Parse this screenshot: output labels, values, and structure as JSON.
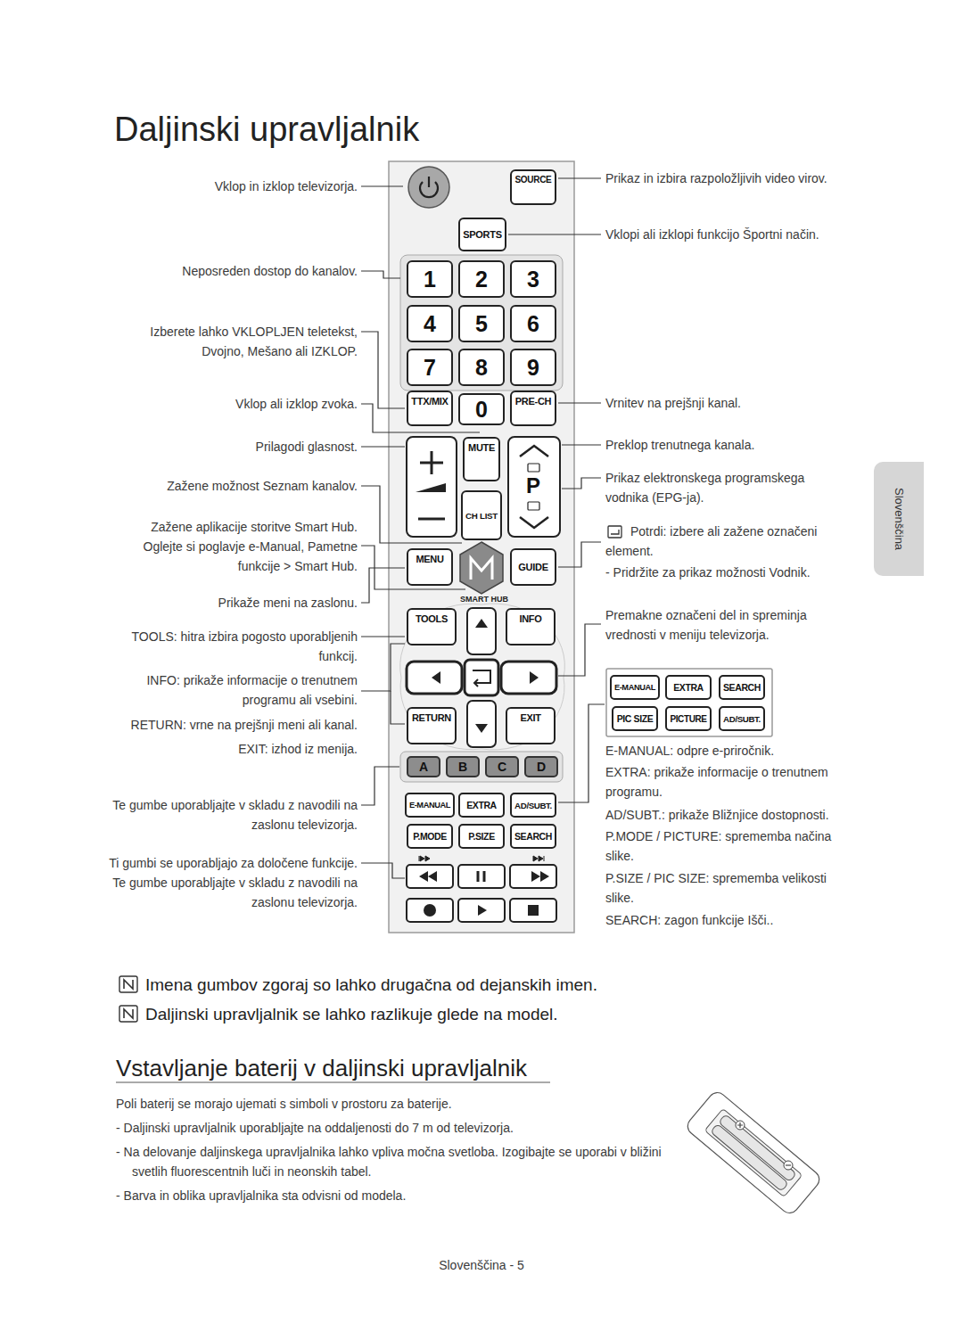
{
  "diagram": {
    "title": "Daljinski upravljalnik",
    "nodes": [
      {
        "text": [
          "SOURCE"
        ]
      },
      {
        "text": [
          "SPORTS"
        ]
      },
      {
        "text": [
          "1"
        ]
      },
      {
        "text": [
          "2"
        ]
      },
      {
        "text": [
          "3"
        ]
      },
      {
        "text": [
          "4"
        ]
      },
      {
        "text": [
          "5"
        ]
      },
      {
        "text": [
          "6"
        ]
      },
      {
        "text": [
          "7"
        ]
      },
      {
        "text": [
          "8"
        ]
      },
      {
        "text": [
          "9"
        ]
      },
      {
        "text": [
          "TTX/MIX"
        ]
      },
      {
        "text": [
          "0"
        ]
      },
      {
        "text": [
          "PRE-CH"
        ]
      },
      {
        "text": [
          "MUTE"
        ]
      },
      {
        "text": [
          "CH LIST"
        ]
      },
      {
        "text": [
          "P"
        ]
      },
      {
        "text": [
          "MENU"
        ]
      },
      {
        "text": [
          "GUIDE"
        ]
      },
      {
        "text": [
          "TOOLS"
        ]
      },
      {
        "text": [
          "INFO"
        ]
      },
      {
        "text": [
          "RETURN"
        ]
      },
      {
        "text": [
          "EXIT"
        ]
      },
      {
        "text": [
          "A"
        ]
      },
      {
        "text": [
          "B"
        ]
      },
      {
        "text": [
          "C"
        ]
      },
      {
        "text": [
          "D"
        ]
      },
      {
        "text": [
          "E-MANUAL"
        ]
      },
      {
        "text": [
          "EXTRA"
        ]
      },
      {
        "text": [
          "AD/SUBT."
        ]
      },
      {
        "text": [
          "P.MODE"
        ]
      },
      {
        "text": [
          "P.SIZE"
        ]
      },
      {
        "text": [
          "SEARCH"
        ]
      },
      {
        "text": [
          "E-MANUAL"
        ]
      },
      {
        "text": [
          "EXTRA"
        ]
      },
      {
        "text": [
          "SEARCH"
        ]
      },
      {
        "text": [
          "PIC SIZE"
        ]
      },
      {
        "text": [
          "PICTURE"
        ]
      },
      {
        "text": [
          "AD/SUBT."
        ]
      },
      {
        "text": [
          "Slovenščina"
        ]
      }
    ],
    "labels": [
      "Vklop in izklop televizorja.",
      "Neposreden dostop do kanalov.",
      "Izberete lahko VKLOPLJEN teletekst, Dvojno, Mešano ali IZKLOP.",
      "Vklop ali izklop zvoka.",
      "Prilagodi glasnost.",
      "Zažene možnost Seznam kanalov.",
      "Zažene aplikacije storitve Smart Hub. Oglejte si poglavje e-Manual, Pametne funkcije > Smart Hub.",
      "Prikaže meni na zaslonu.",
      "TOOLS: hitra izbira pogosto uporabljenih funkcij.",
      "INFO: prikaže informacije o trenutnem programu ali vsebini.",
      "RETURN: vrne na prejšnji meni ali kanal.",
      "EXIT: izhod iz menija.",
      "Te gumbe uporabljajte v skladu z navodili na zaslonu televizorja.",
      "Ti gumbi se uporabljajo za določene funkcije. Te gumbe uporabljajte v skladu z navodili na zaslonu televizorja.",
      "Prikaz in izbira razpoložljivih video virov.",
      "Vklopi ali izklopi funkcijo Športni način.",
      "Vrnitev na prejšnji kanal.",
      "Preklop trenutnega kanala.",
      "Prikaz elektronskega programskega vodnika (EPG-ja).",
      "Potrdi: izbere ali zažene označeni element.",
      "- Pridržite za prikaz možnosti Vodnik.",
      "Premakne označeni del in spreminja vrednosti v meniju televizorja.",
      "E-MANUAL: odpre e-priročnik.",
      "EXTRA: prikaže informacije o trenutnem programu.",
      "AD/SUBT.: prikaže Bližnjice dostopnosti.",
      "P.MODE / PICTURE: sprememba načina slike.",
      "P.SIZE / PIC SIZE: sprememba velikosti slike.",
      "SEARCH: zagon funkcije Išči..",
      "SMART HUB",
      "Imena gumbov zgoraj so lahko drugačna od dejanskih imen.",
      "Daljinski upravljalnik se lahko razlikuje glede na model.",
      "Vstavljanje baterij v daljinski upravljalnik",
      "Poli baterij se morajo ujemati s simboli v prostoru za baterije.",
      "- Daljinski upravljalnik uporabljajte na oddaljenosti do 7 m od televizorja.",
      "- Na delovanje daljinskega upravljalnika lahko vpliva močna svetloba. Izogibajte se uporabi v bližini svetlih fluorescentnih luči in neonskih tabel.",
      "- Barva in oblika upravljalnika sta odvisni od modela.",
      "Slovenščina - 5"
    ]
  }
}
